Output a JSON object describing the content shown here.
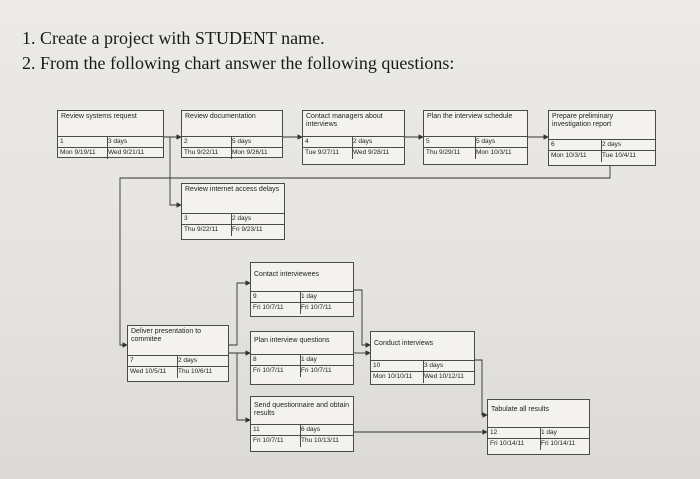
{
  "questions": [
    "1. Create a project with STUDENT name.",
    "2. From the following chart answer the following questions:"
  ],
  "tasks": {
    "t1": {
      "id": "1",
      "name": "Review systems request",
      "duration": "3 days",
      "start": "Mon 9/19/11",
      "finish": "Wed 9/21/11"
    },
    "t2": {
      "id": "2",
      "name": "Review documentation",
      "duration": "5 days",
      "start": "Thu 9/22/11",
      "finish": "Mon 9/26/11"
    },
    "t3": {
      "id": "3",
      "name": "Review internet access delays",
      "duration": "2 days",
      "start": "Thu 9/22/11",
      "finish": "Fri 9/23/11"
    },
    "t4": {
      "id": "4",
      "name": "Contact managers about interviews",
      "duration": "2 days",
      "start": "Tue 9/27/11",
      "finish": "Wed 9/28/11"
    },
    "t5": {
      "id": "5",
      "name": "Plan the interview schedule",
      "duration": "5 days",
      "start": "Thu 9/29/11",
      "finish": "Mon 10/3/11"
    },
    "t6": {
      "id": "6",
      "name": "Prepare preliminary investigation report",
      "duration": "2 days",
      "start": "Mon 10/3/11",
      "finish": "Tue 10/4/11"
    },
    "t7": {
      "id": "7",
      "name": "Deliver presentation to commitee",
      "duration": "2 days",
      "start": "Wed 10/5/11",
      "finish": "Thu 10/6/11"
    },
    "t8": {
      "id": "8",
      "name": "Plan interview questions",
      "duration": "1 day",
      "start": "Fri 10/7/11",
      "finish": "Fri 10/7/11"
    },
    "t9": {
      "id": "9",
      "name": "Contact interviewees",
      "duration": "1 day",
      "start": "Fri 10/7/11",
      "finish": "Fri 10/7/11"
    },
    "t10": {
      "id": "10",
      "name": "Conduct interviews",
      "duration": "3 days",
      "start": "Mon 10/10/11",
      "finish": "Wed 10/12/11"
    },
    "t11": {
      "id": "11",
      "name": "Send questionnaire and obtain results",
      "duration": "6 days",
      "start": "Fri 10/7/11",
      "finish": "Thu 10/13/11"
    },
    "t12": {
      "id": "12",
      "name": "Tabulate all results",
      "duration": "1 day",
      "start": "Fri 10/14/11",
      "finish": "Fri 10/14/11"
    }
  }
}
